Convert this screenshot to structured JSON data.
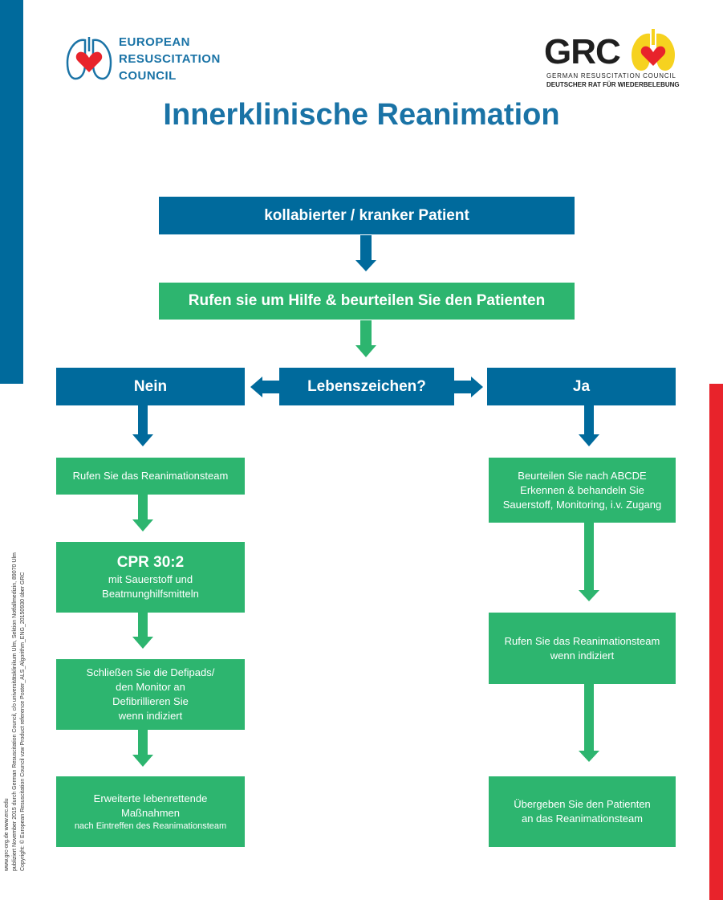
{
  "header": {
    "erc_logo_lines": [
      "EUROPEAN",
      "RESUSCITATION",
      "COUNCIL"
    ],
    "grc_logo": {
      "name": "GRC",
      "line1": "GERMAN RESUSCITATION COUNCIL",
      "line2": "DEUTSCHER RAT FÜR WIEDERBELEBUNG"
    },
    "title": "Innerklinische Reanimation"
  },
  "flow": {
    "start": "kollabierter / kranker Patient",
    "assess": "Rufen sie um Hilfe & beurteilen Sie den Patienten",
    "decision": "Lebenszeichen?",
    "no": "Nein",
    "yes": "Ja",
    "left": {
      "call_team": "Rufen Sie das Reanimationsteam",
      "cpr_title": "CPR 30:2",
      "cpr_line1": "mit Sauerstoff und",
      "cpr_line2": "Beatmunghilfsmitteln",
      "defib_line1": "Schließen Sie die Defipads/",
      "defib_line2": "den Monitor an",
      "defib_line3": "Defibrillieren Sie",
      "defib_line4": "wenn indiziert",
      "als_line1": "Erweiterte lebenrettende",
      "als_line2": "Maßnahmen",
      "als_line3": "nach Eintreffen des Reanimationsteam"
    },
    "right": {
      "abcde_line1": "Beurteilen Sie nach ABCDE",
      "abcde_line2": "Erkennen & behandeln Sie",
      "abcde_line3": "Sauerstoff, Monitoring, i.v. Zugang",
      "call_line1": "Rufen Sie das Reanimationsteam",
      "call_line2": "wenn indiziert",
      "handover_line1": "Übergeben Sie den Patienten",
      "handover_line2": "an das Reanimationsteam"
    }
  },
  "footer": {
    "line1": "www.grc-org.de   www.erc.edu",
    "line2": "publiziert November 2015 durch German Resuscitation Council, c/o universitätsklinikum Ulm, Sektion Notfallmedizin, 89070 Ulm",
    "line3": "Copyright: © European Resuscitation Council vzw  Product reference Poster_ALS_Algorithm_ENG_20150930  über GRC"
  },
  "colors": {
    "blue": "#006a9c",
    "green": "#2db56f",
    "red": "#e8232b",
    "title": "#1a73a6",
    "grc_yellow": "#f6d21f"
  }
}
